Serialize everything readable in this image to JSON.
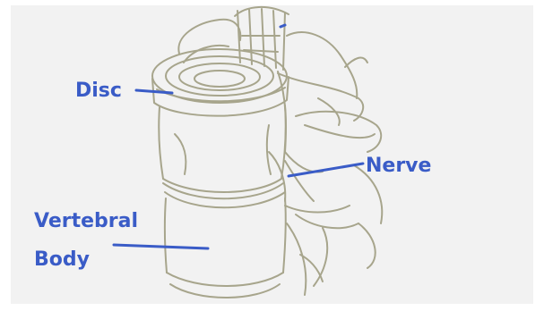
{
  "diagram": {
    "labels": {
      "disc": "Disc",
      "nerve": "Nerve",
      "vertebral": "Vertebral",
      "body": "Body"
    },
    "colors": {
      "background": "#f2f2f2",
      "drawing": "#a7a58c",
      "label": "#3a5cc7"
    }
  }
}
